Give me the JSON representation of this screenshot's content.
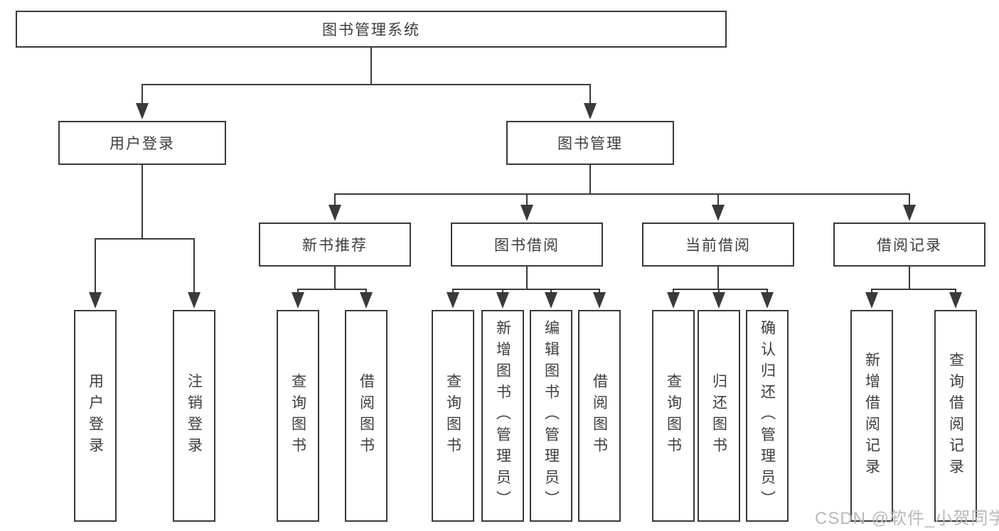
{
  "colors": {
    "line": "#3a3a3a",
    "text": "#3d3d3d",
    "watermark": "#b8b8b8"
  },
  "watermark": {
    "text": "CSDN @软件_小贺同学"
  },
  "diagram": {
    "type": "tree",
    "root": {
      "label": "图书管理系统"
    },
    "level2": [
      {
        "label": "用户登录"
      },
      {
        "label": "图书管理"
      }
    ],
    "level3": [
      {
        "label": "新书推荐"
      },
      {
        "label": "图书借阅"
      },
      {
        "label": "当前借阅"
      },
      {
        "label": "借阅记录"
      }
    ],
    "leaves": {
      "user_login": [
        {
          "label": "用户登录"
        },
        {
          "label": "注销登录"
        }
      ],
      "new_book": [
        {
          "label": "查询图书"
        },
        {
          "label": "借阅图书"
        }
      ],
      "book_borrow": [
        {
          "label": "查询图书"
        },
        {
          "label": "新增图书（管理员）"
        },
        {
          "label": "编辑图书（管理员）"
        },
        {
          "label": "借阅图书"
        }
      ],
      "current_borrow": [
        {
          "label": "查询图书"
        },
        {
          "label": "归还图书"
        },
        {
          "label": "确认归还（管理员）"
        }
      ],
      "borrow_records": [
        {
          "label": "新增借阅记录"
        },
        {
          "label": "查询借阅记录"
        }
      ]
    }
  }
}
